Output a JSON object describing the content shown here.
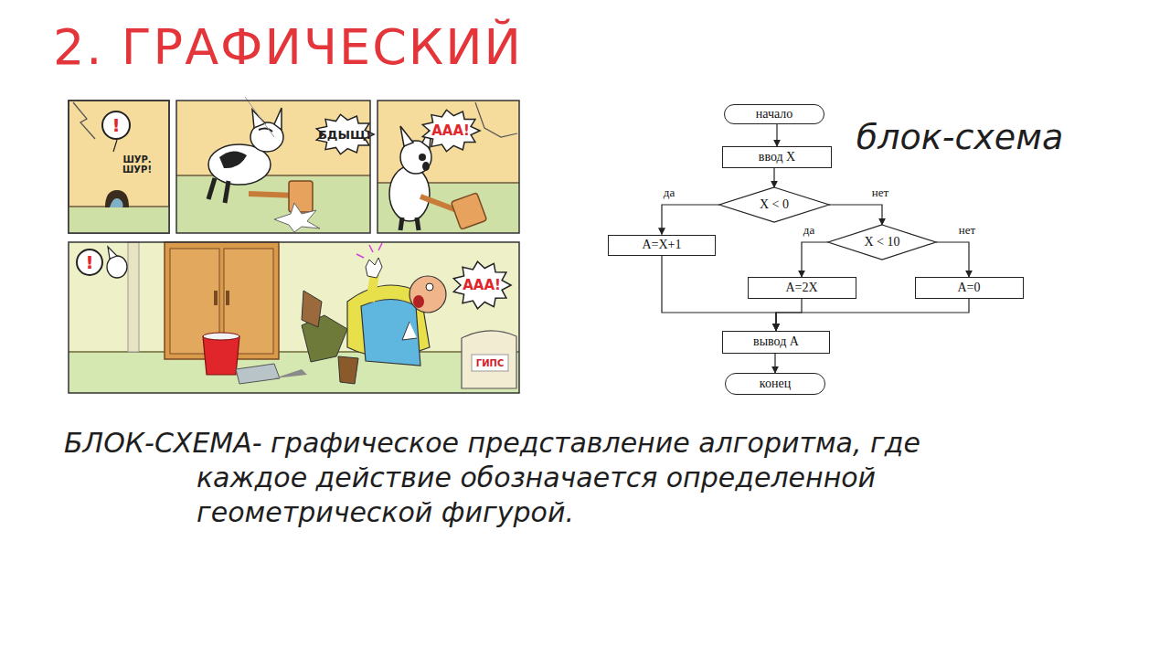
{
  "diagram": {
    "title": "2. ГРАФИЧЕСКИЙ",
    "caption": "БЛОК-СХЕМА- графическое представление алгоритма, где каждое действие обозначается определенной геометрической фигурой.",
    "nodes": [
      {
        "text": [
          "начало"
        ]
      },
      {
        "text": [
          "ввод X"
        ]
      },
      {
        "text": [
          "X < 0"
        ]
      },
      {
        "text": [
          "A=X+1"
        ]
      },
      {
        "text": [
          "X < 10"
        ]
      },
      {
        "text": [
          "A=2X"
        ]
      },
      {
        "text": [
          "A=0"
        ]
      },
      {
        "text": [
          "вывод A"
        ]
      },
      {
        "text": [
          "конец"
        ]
      }
    ],
    "edges": [
      {
        "from": 0,
        "to": 1,
        "arrow": "to"
      },
      {
        "from": 1,
        "to": 2,
        "arrow": "to"
      },
      {
        "from": 2,
        "to": 3,
        "label": "да",
        "arrow": "to"
      },
      {
        "from": 2,
        "to": 4,
        "label": "нет",
        "arrow": "to"
      },
      {
        "from": 4,
        "to": 5,
        "label": "да",
        "arrow": "to"
      },
      {
        "from": 4,
        "to": 6,
        "label": "нет",
        "arrow": "to"
      },
      {
        "from": 3,
        "to": 7,
        "arrow": "to"
      },
      {
        "from": 5,
        "to": 7,
        "arrow": "to"
      },
      {
        "from": 6,
        "to": 7,
        "arrow": "to"
      },
      {
        "from": 7,
        "to": 8,
        "arrow": "to"
      }
    ],
    "labels": [
      "!",
      "ШУР. ШУР!",
      "БДЫЩ!",
      "ААА!",
      "!",
      "ААА!",
      "ГИПС",
      "блок-схема"
    ]
  }
}
